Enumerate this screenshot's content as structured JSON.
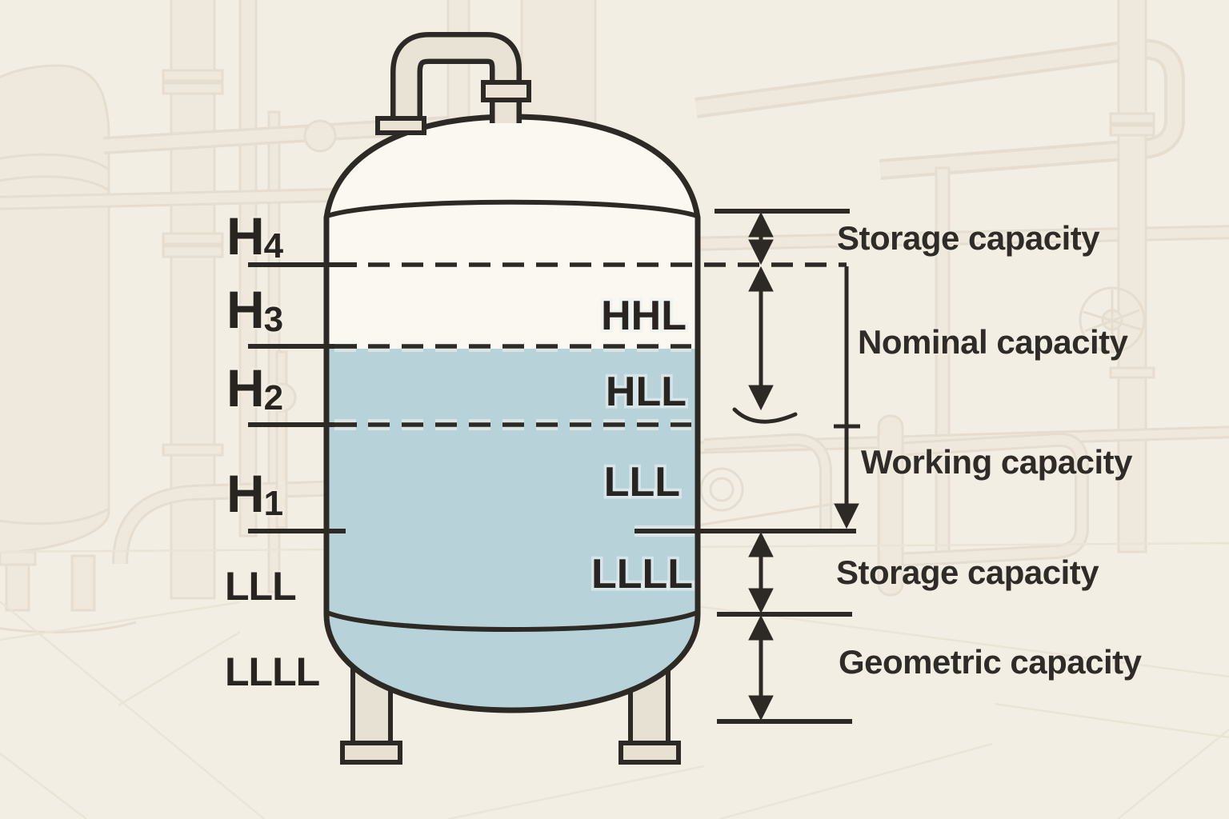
{
  "diagram": {
    "side_labels": [
      {
        "base": "H",
        "sub": "4"
      },
      {
        "base": "H",
        "sub": "3"
      },
      {
        "base": "H",
        "sub": "2"
      },
      {
        "base": "H",
        "sub": "1"
      },
      {
        "base": "LLL",
        "sub": ""
      },
      {
        "base": "LLLL",
        "sub": ""
      }
    ],
    "level_labels": [
      "HHL",
      "HLL",
      "LLL",
      "LLLL"
    ],
    "capacity_labels": {
      "storage_top": "Storage capacity",
      "nominal": "Nominal capacity",
      "working": "Working capacity",
      "storage_bottom": "Storage capacity",
      "geometric": "Geometric capacity"
    },
    "colors": {
      "background": "#f3eee4",
      "tank_fill": "#fbf8f1",
      "liquid": "#b8d2da",
      "outline": "#2d2a25",
      "pipe_fill": "#e9e3d5",
      "backdrop_line": "#d8d0c1",
      "text": "#282520"
    }
  }
}
